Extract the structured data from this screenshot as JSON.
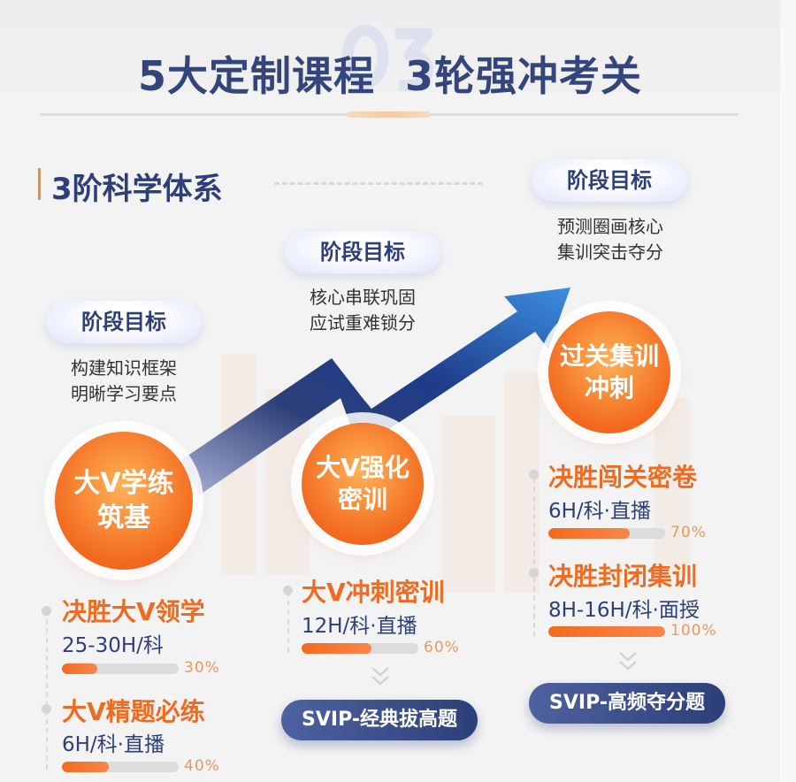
{
  "watermark": "03",
  "title": "5大定制课程  3轮强冲考关",
  "section_title": "3阶科学体系",
  "stages": [
    {
      "goal_label": "阶段目标",
      "goal_lines": [
        "构建知识框架",
        "明晰学习要点"
      ],
      "circle_lines": [
        "大V学练",
        "筑基"
      ],
      "items": [
        {
          "title": "决胜大V领学",
          "sub": "25-30H/科",
          "percent": 30
        },
        {
          "title": "大V精题必练",
          "sub": "6H/科·直播",
          "percent": 40
        }
      ]
    },
    {
      "goal_label": "阶段目标",
      "goal_lines": [
        "核心串联巩固",
        "应试重难锁分"
      ],
      "circle_lines": [
        "大V强化",
        "密训"
      ],
      "items": [
        {
          "title": "大V冲刺密训",
          "sub": "12H/科·直播",
          "percent": 60
        }
      ],
      "svip": "SVIP-经典拔高题"
    },
    {
      "goal_label": "阶段目标",
      "goal_lines": [
        "预测圈画核心",
        "集训突击夺分"
      ],
      "circle_lines": [
        "过关集训",
        "冲刺"
      ],
      "items": [
        {
          "title": "决胜闯关密卷",
          "sub": "6H/科·直播",
          "percent": 70
        },
        {
          "title": "决胜封闭集训",
          "sub": "8H-16H/科·面授",
          "percent": 100
        }
      ],
      "svip": "SVIP-高频夺分题"
    }
  ],
  "percent_labels": [
    "30%",
    "40%",
    "60%",
    "70%",
    "100%"
  ],
  "colors": {
    "navy": "#2d3f78",
    "orange": "#ef6b22"
  }
}
